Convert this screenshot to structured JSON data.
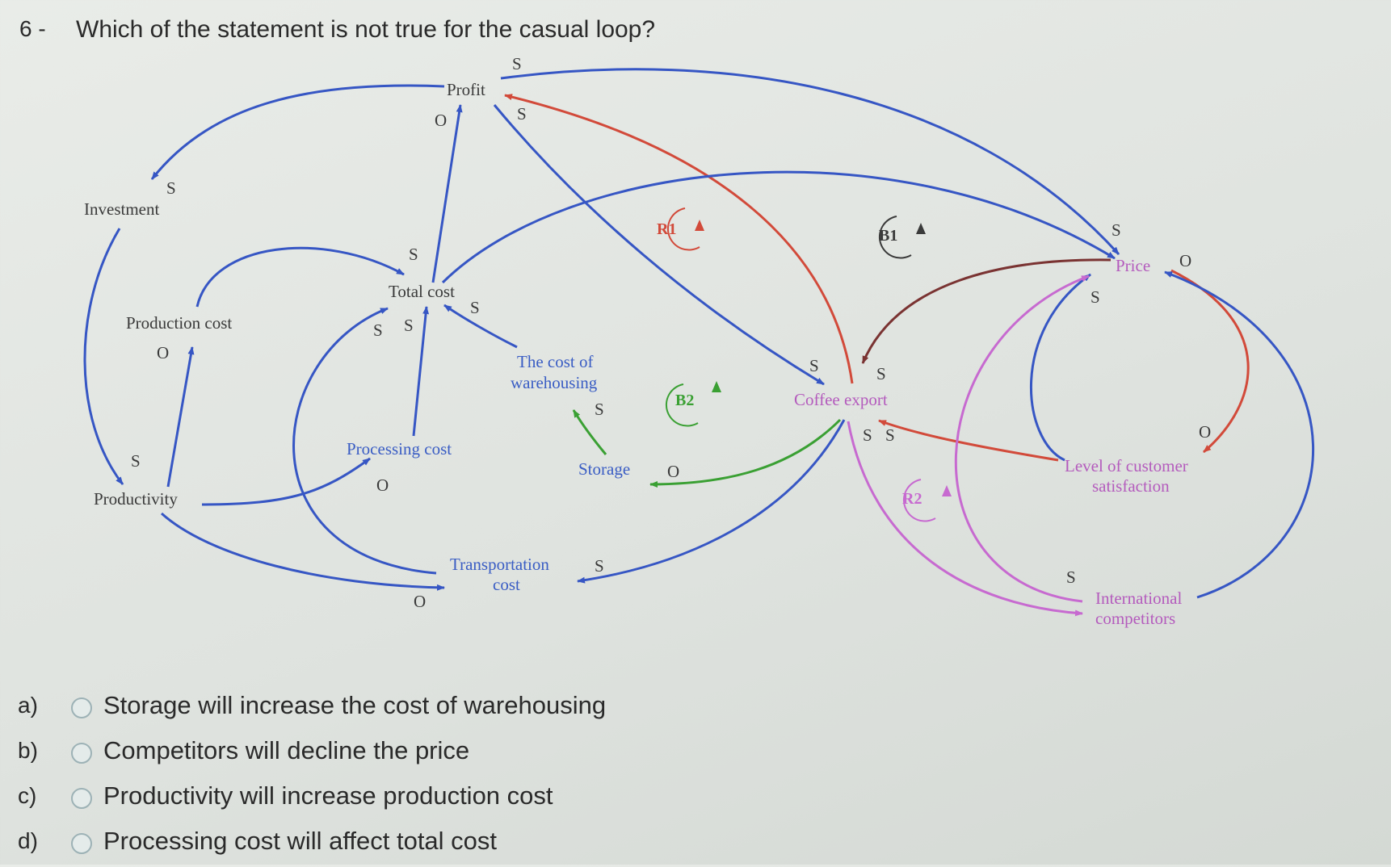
{
  "question": {
    "number": "6 -",
    "text": "Which of the statement is not true for the casual loop?"
  },
  "diagram": {
    "nodes": {
      "profit": "Profit",
      "investment": "Investment",
      "production_cost": "Production cost",
      "total_cost": "Total cost",
      "productivity": "Productivity",
      "processing_cost": "Processing cost",
      "cost_of_warehousing_line1": "The cost of",
      "cost_of_warehousing_line2": "warehousing",
      "storage": "Storage",
      "transportation_cost_line1": "Transportation",
      "transportation_cost_line2": "cost",
      "coffee_export": "Coffee export",
      "price": "Price",
      "customer_satisfaction_line1": "Level of customer",
      "customer_satisfaction_line2": "satisfaction",
      "international_competitors_line1": "International",
      "international_competitors_line2": "competitors"
    },
    "loops": {
      "r1": "R1",
      "b1": "B1",
      "b2": "B2",
      "r2": "R2"
    },
    "polarity": {
      "same": "S",
      "opposite": "O"
    },
    "colors": {
      "blue": "#3656c4",
      "red": "#d24a3a",
      "green": "#3aa033",
      "pink": "#c76ad0",
      "brown": "#7a3332",
      "node_text": "#3a3a3a",
      "pink_text": "#b45bbd",
      "blue_text": "#3a5dc4"
    }
  },
  "options": [
    {
      "letter": "a)",
      "text": "Storage will increase the cost of warehousing"
    },
    {
      "letter": "b)",
      "text": "Competitors will decline the price"
    },
    {
      "letter": "c)",
      "text": "Productivity will increase production cost"
    },
    {
      "letter": "d)",
      "text": "Processing cost will affect total cost"
    }
  ]
}
